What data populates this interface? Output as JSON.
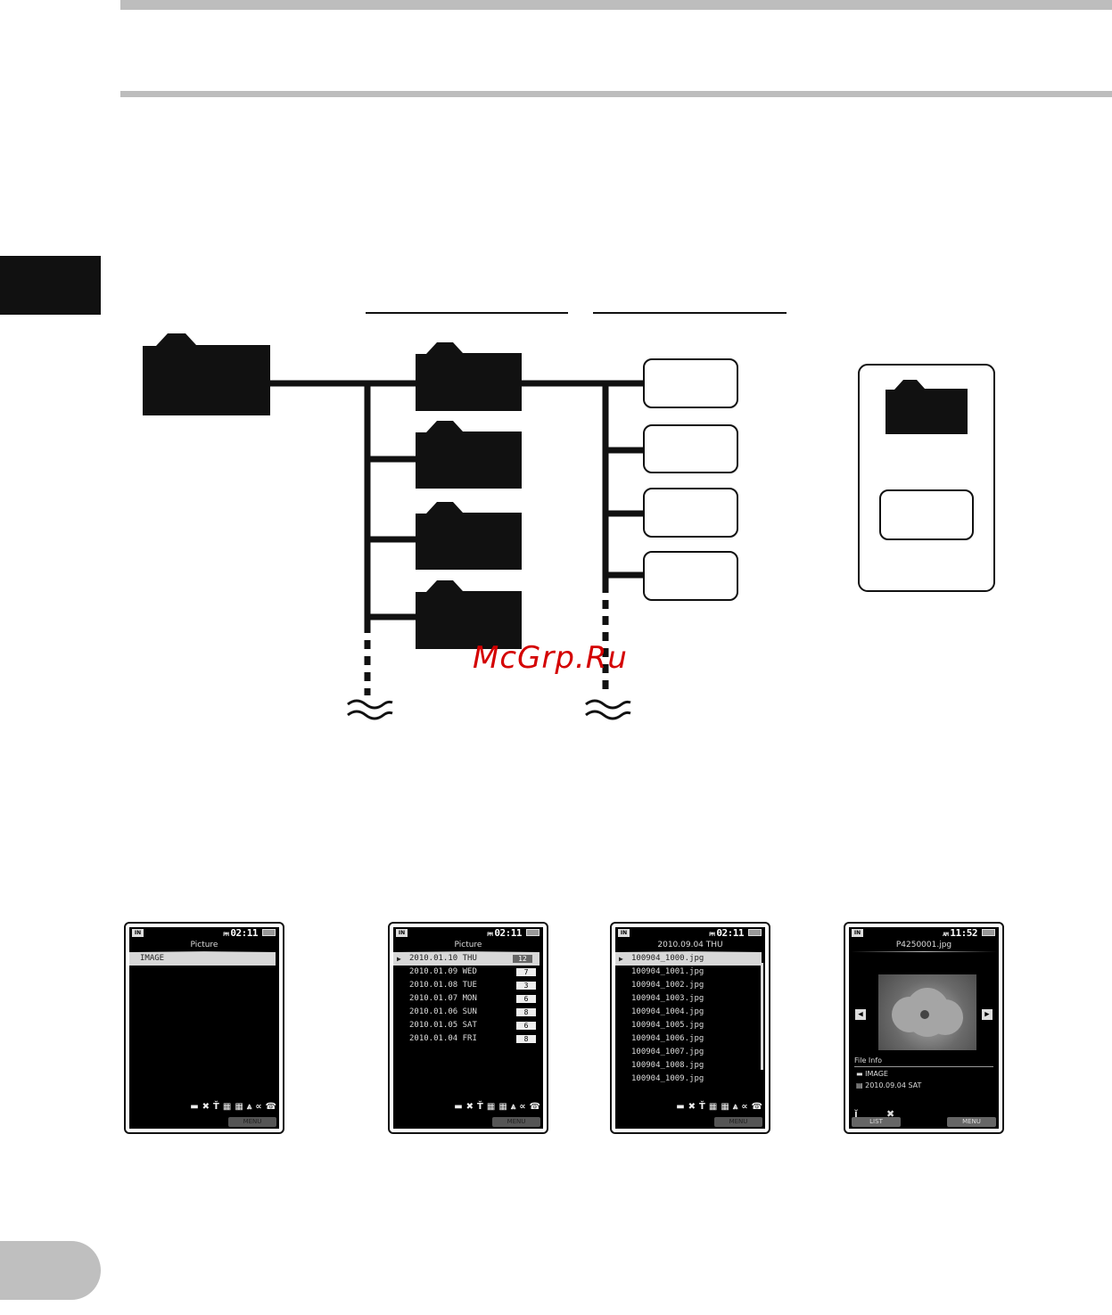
{
  "watermark": "McGrp.Ru",
  "screens": {
    "home": {
      "badge": "IN",
      "ampm": "PM",
      "clock": "02:11",
      "title": "Picture",
      "items": [
        "IMAGE"
      ],
      "menu": "MENU"
    },
    "dates": {
      "badge": "IN",
      "ampm": "PM",
      "clock": "02:11",
      "title": "Picture",
      "rows": [
        {
          "date": "2010.01.10 THU",
          "count": "12"
        },
        {
          "date": "2010.01.09 WED",
          "count": "7"
        },
        {
          "date": "2010.01.08 TUE",
          "count": "3"
        },
        {
          "date": "2010.01.07 MON",
          "count": "6"
        },
        {
          "date": "2010.01.06 SUN",
          "count": "8"
        },
        {
          "date": "2010.01.05 SAT",
          "count": "6"
        },
        {
          "date": "2010.01.04 FRI",
          "count": "8"
        }
      ],
      "menu": "MENU"
    },
    "files": {
      "badge": "IN",
      "ampm": "PM",
      "clock": "02:11",
      "title": "2010.09.04 THU",
      "files": [
        "100904_1000.jpg",
        "100904_1001.jpg",
        "100904_1002.jpg",
        "100904_1003.jpg",
        "100904_1004.jpg",
        "100904_1005.jpg",
        "100904_1006.jpg",
        "100904_1007.jpg",
        "100904_1008.jpg",
        "100904_1009.jpg"
      ],
      "menu": "MENU"
    },
    "preview": {
      "badge": "IN",
      "ampm": "AM",
      "clock": "11:52",
      "filename": "P4250001.jpg",
      "file_info_label": "File Info",
      "folder": "IMAGE",
      "date": "2010.09.04 SAT",
      "list_label": "LIST",
      "menu": "MENU"
    }
  },
  "icons": [
    "folder-icon",
    "file-icon",
    "wave-break-icon",
    "battery-icon",
    "cross-icon",
    "antenna-icon"
  ]
}
